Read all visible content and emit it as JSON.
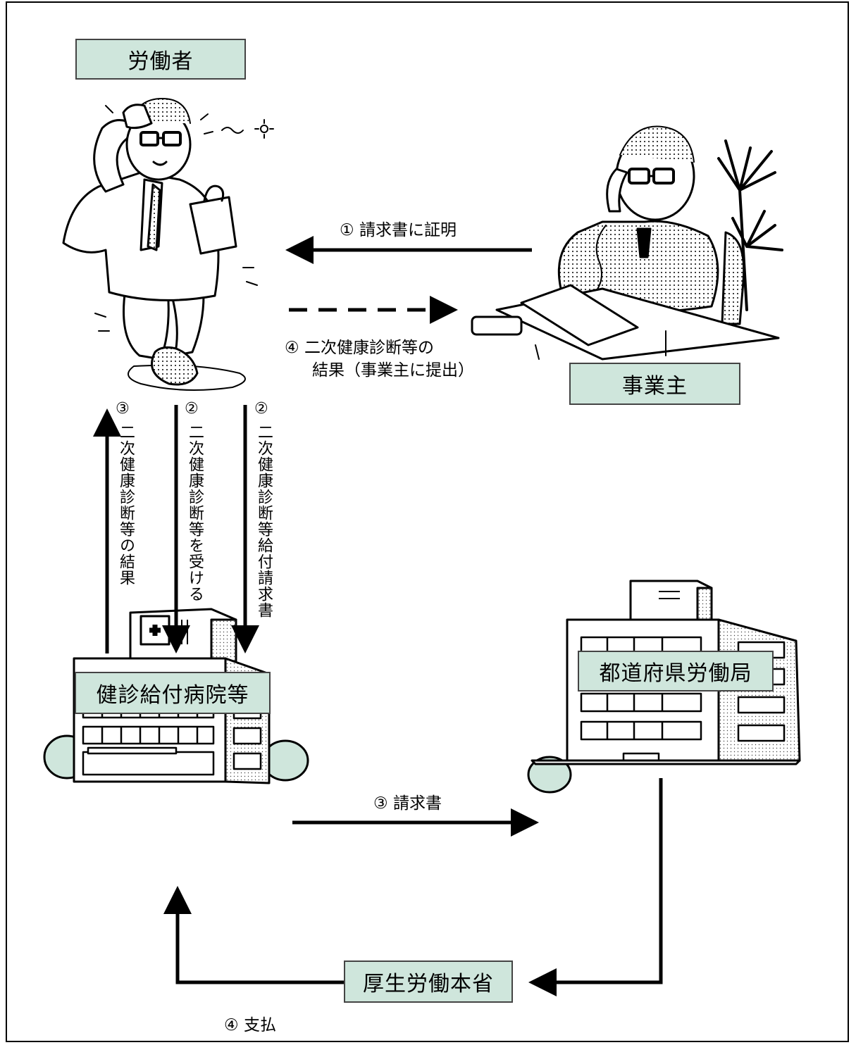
{
  "nodes": {
    "worker": "労働者",
    "employer": "事業主",
    "hospital": "健診給付病院等",
    "labor_bureau": "都道府県労働局",
    "ministry": "厚生労働本省"
  },
  "flows": {
    "certify_num": "①",
    "certify_label": "請求書に証明",
    "submit_num": "④",
    "submit_label_line1": "二次健康診断等の",
    "submit_label_line2": "結果（事業主に提出）",
    "result_num": "③",
    "result_label": "二次健康診断等の結果",
    "receive_num": "②",
    "receive_label": "二次健康診断等を受ける",
    "claim_num": "②",
    "claim_label": "二次健康診断等給付請求書",
    "invoice_num": "③",
    "invoice_label": "請求書",
    "payment_num": "④",
    "payment_label": "支払"
  },
  "colors": {
    "box_fill": "#cfe6dc",
    "line": "#000000",
    "shrub": "#cfe6dc"
  },
  "icons": [
    "worker-illustration-icon",
    "employer-illustration-icon",
    "hospital-building-icon",
    "government-building-icon"
  ]
}
